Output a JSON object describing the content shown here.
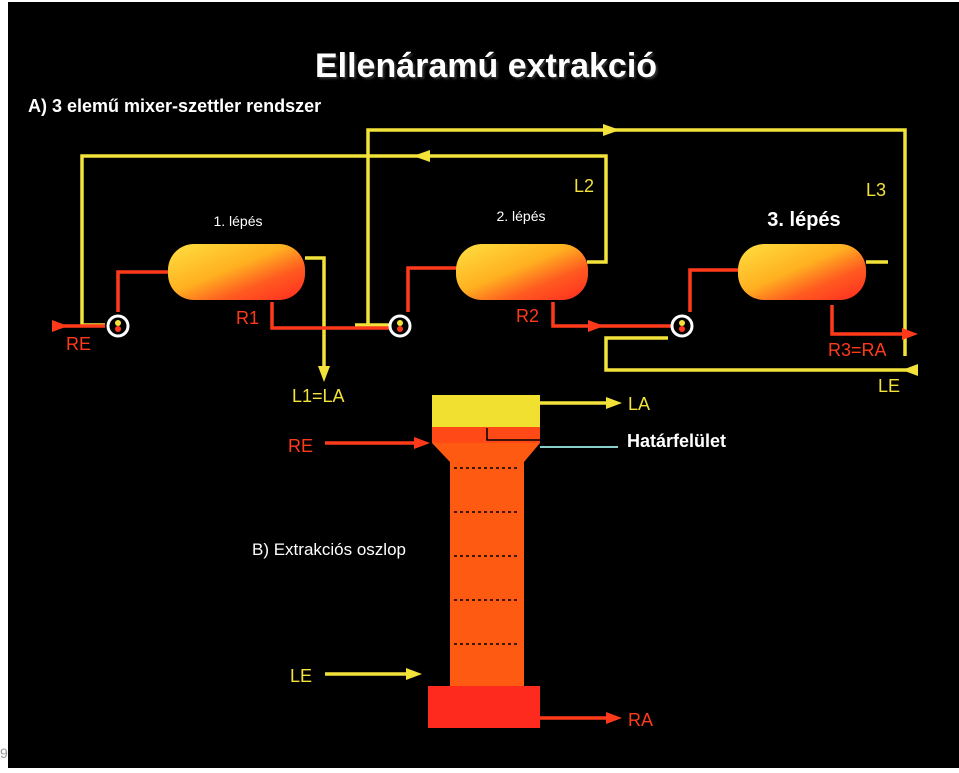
{
  "title": "Ellenáramú extrakció",
  "subtitle": "A) 3 elemű mixer-szettler rendszer",
  "steps": [
    "1. lépés",
    "2. lépés",
    "3. lépés"
  ],
  "column_label": "B) Extrakciós oszlop",
  "interface_label": "Határfelület",
  "page_number": "9",
  "streams": {
    "RE": "RE",
    "R1": "R1",
    "R2": "R2",
    "R3RA": "R3=RA",
    "L1LA": "L1=LA",
    "L2": "L2",
    "L3": "L3",
    "LE": "LE",
    "LA": "LA",
    "RA": "RA"
  },
  "colors": {
    "background": "#000000",
    "light_phase": "#f2e23a",
    "heavy_phase": "#ff3a1a",
    "column_body": "#ff5a12",
    "settler_top": "#ffd23a",
    "settler_bottom": "#ff3a20"
  }
}
